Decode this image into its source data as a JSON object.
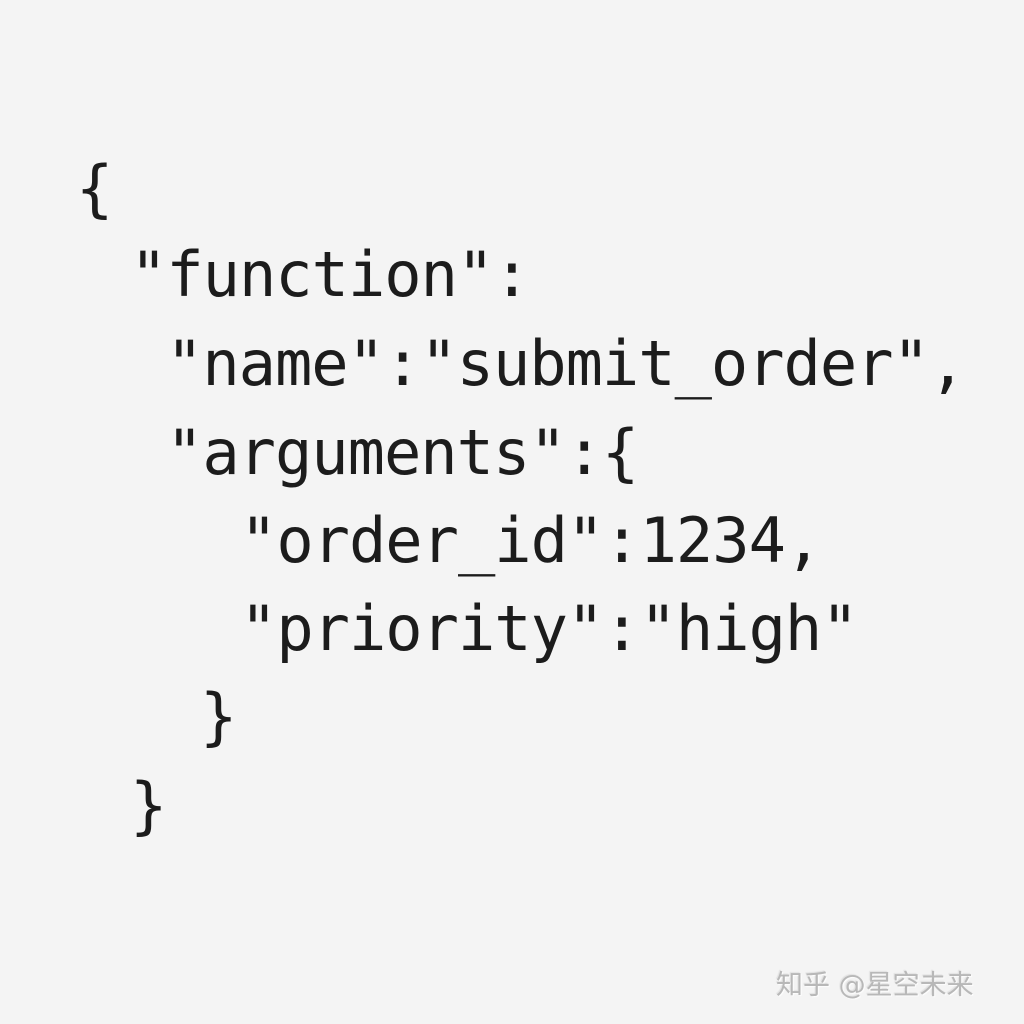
{
  "code": {
    "lines": [
      "{",
      "\"function\":",
      "\"name\":\"submit_order\",",
      "\"arguments\":{",
      "\"order_id\":1234,",
      "\"priority\":\"high\"",
      "}",
      "}"
    ]
  },
  "watermark": {
    "text": "知乎 @星空未来"
  },
  "colors": {
    "background": "#f4f4f4",
    "text": "#1c1c1c",
    "watermark": "#b8b8b8"
  }
}
